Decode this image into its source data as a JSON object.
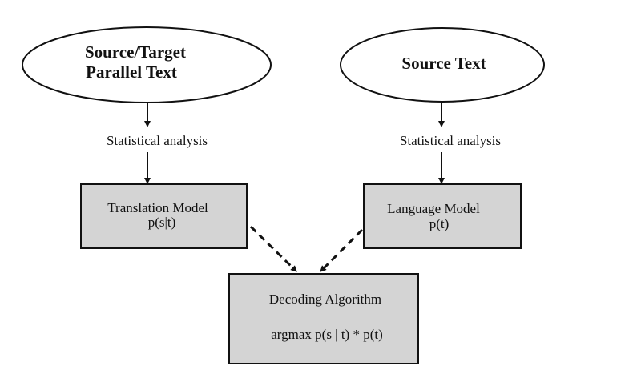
{
  "nodes": {
    "parallel_text": {
      "line1": "Source/Target",
      "line2": "Parallel Text"
    },
    "source_text": {
      "label": "Source Text"
    },
    "translation_model": {
      "title": "Translation Model",
      "formula": "p(s|t)"
    },
    "language_model": {
      "title": "Language Model",
      "formula": "p(t)"
    },
    "decoding": {
      "title": "Decoding Algorithm",
      "formula": "argmax p(s | t) * p(t)"
    }
  },
  "edges": {
    "left_label": "Statistical analysis",
    "right_label": "Statistical analysis"
  },
  "colors": {
    "box_fill": "#d4d4d4",
    "stroke": "#111111",
    "background": "#ffffff"
  }
}
